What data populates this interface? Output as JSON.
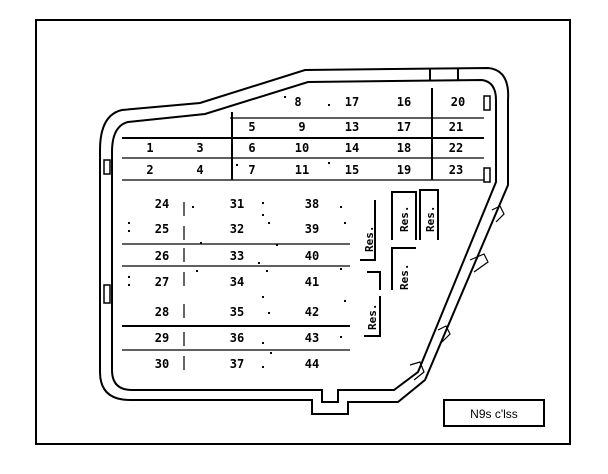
{
  "colors": {
    "ink": "#000000",
    "paper": "#ffffff"
  },
  "diagram_tag": "N9s c'lss",
  "res_label": "Res.",
  "top_numbers": [
    [
      "8",
      "17",
      "16",
      "20"
    ],
    [
      "5",
      "9",
      "13",
      "17",
      "21"
    ],
    [
      "1",
      "3",
      "6",
      "10",
      "14",
      "18",
      "22"
    ],
    [
      "2",
      "4",
      "7",
      "11",
      "15",
      "19",
      "23"
    ]
  ],
  "grid_columns": [
    [
      "24",
      "25",
      "26",
      "27",
      "28",
      "29",
      "30"
    ],
    [
      "31",
      "32",
      "33",
      "34",
      "35",
      "36",
      "37"
    ],
    [
      "38",
      "39",
      "40",
      "41",
      "42",
      "43",
      "44"
    ]
  ]
}
